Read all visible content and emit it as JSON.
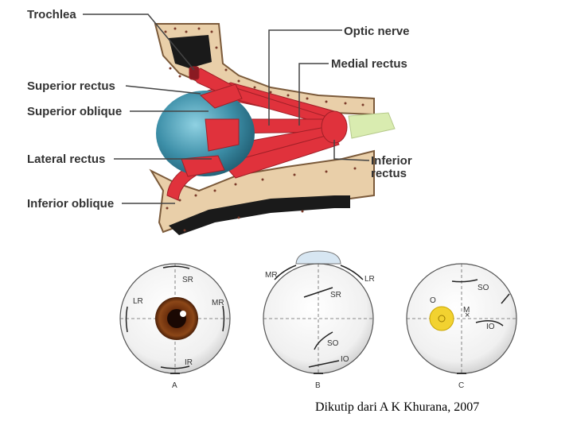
{
  "labels": {
    "trochlea": "Trochlea",
    "optic_nerve": "Optic nerve",
    "medial_rectus": "Medial rectus",
    "superior_rectus": "Superior rectus",
    "superior_oblique": "Superior oblique",
    "lateral_rectus": "Lateral rectus",
    "inferior_rectus_1": "Inferior",
    "inferior_rectus_2": "rectus",
    "inferior_oblique": "Inferior oblique"
  },
  "diagram_a": {
    "letter": "A",
    "sr": "SR",
    "lr": "LR",
    "mr": "MR",
    "ir": "IR"
  },
  "diagram_b": {
    "letter": "B",
    "mr": "MR",
    "lr": "LR",
    "sr": "SR",
    "so": "SO",
    "io": "IO"
  },
  "diagram_c": {
    "letter": "C",
    "so": "SO",
    "o": "O",
    "m": "M",
    "io": "IO"
  },
  "caption": "Dikutip dari A K Khurana, 2007",
  "colors": {
    "muscle": "#e0323c",
    "bone": "#e9cfa9",
    "globe": "#3d8fa8",
    "iris": "#7a3a14",
    "optic_nerve_tip": "#d9ecb0",
    "pupil_disc": "#f2d230"
  }
}
